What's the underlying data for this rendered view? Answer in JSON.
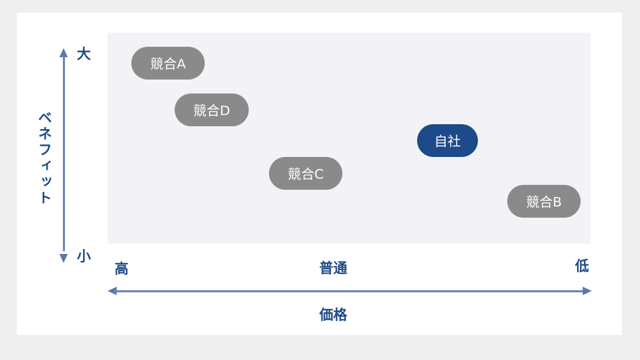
{
  "chart_data": {
    "type": "scatter",
    "title": "",
    "xlabel": "価格",
    "ylabel": "ベネフィット",
    "x_axis": {
      "direction": "高 → 低 (left to right)",
      "tick_labels": [
        "高",
        "普通",
        "低"
      ]
    },
    "y_axis": {
      "direction": "小 → 大 (bottom to top)",
      "tick_labels": [
        "小",
        "大"
      ]
    },
    "points": [
      {
        "label": "競合A",
        "x": 0.1,
        "y": 0.89,
        "highlight": false
      },
      {
        "label": "競合D",
        "x": 0.19,
        "y": 0.68,
        "highlight": false
      },
      {
        "label": "競合C",
        "x": 0.38,
        "y": 0.34,
        "highlight": false
      },
      {
        "label": "自社",
        "x": 0.71,
        "y": 0.5,
        "highlight": true
      },
      {
        "label": "競合B",
        "x": 0.91,
        "y": 0.2,
        "highlight": false
      }
    ],
    "colors": {
      "competitor": "#8a8a8a",
      "own_company": "#1c4a8a",
      "axis": "#5b78a8",
      "label_text": "#1f4a85",
      "plot_background": "#f2f2f7"
    },
    "grid": false,
    "legend": null
  },
  "axes": {
    "y_title": "ベネフィット",
    "y_top": "大",
    "y_bottom": "小",
    "x_left": "高",
    "x_middle": "普通",
    "x_right": "低",
    "x_title": "価格"
  },
  "bubbles": {
    "competitor_a": "競合A",
    "competitor_d": "競合D",
    "competitor_c": "競合C",
    "own_company": "自社",
    "competitor_b": "競合B"
  }
}
